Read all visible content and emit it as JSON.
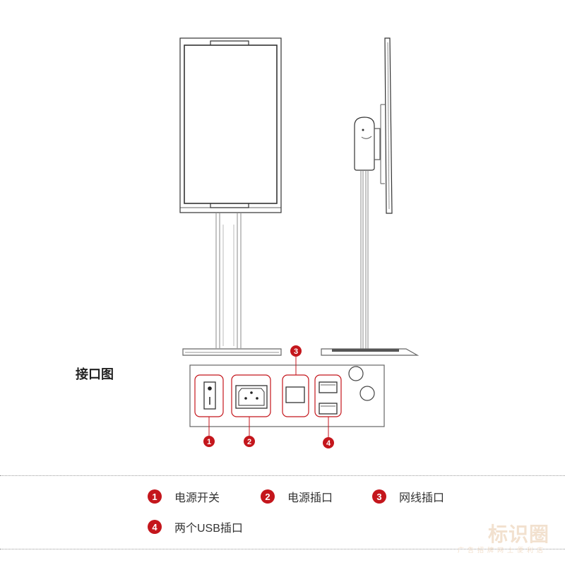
{
  "section_title": "接口图",
  "callouts": [
    "1",
    "2",
    "3",
    "4"
  ],
  "legend": [
    {
      "num": "1",
      "label": "电源开关"
    },
    {
      "num": "2",
      "label": "电源插口"
    },
    {
      "num": "3",
      "label": "网线插口"
    },
    {
      "num": "4",
      "label": "两个USB插口"
    }
  ],
  "watermark": {
    "logo": "标识圈",
    "tagline": "广告招牌网上便利店"
  },
  "colors": {
    "accent": "#c4161c",
    "line": "#555555"
  }
}
